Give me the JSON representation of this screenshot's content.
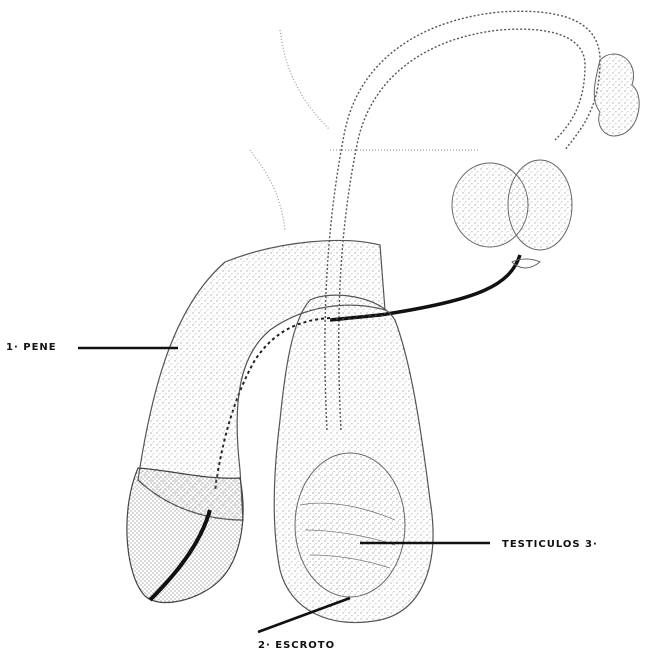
{
  "labels": {
    "pene": "1· PENE",
    "escroto": "2· ESCROTO",
    "testiculos": "TESTICULOS 3·"
  },
  "colors": {
    "ink": "#111111",
    "stipple": "#8a8a8a",
    "background": "#ffffff"
  }
}
